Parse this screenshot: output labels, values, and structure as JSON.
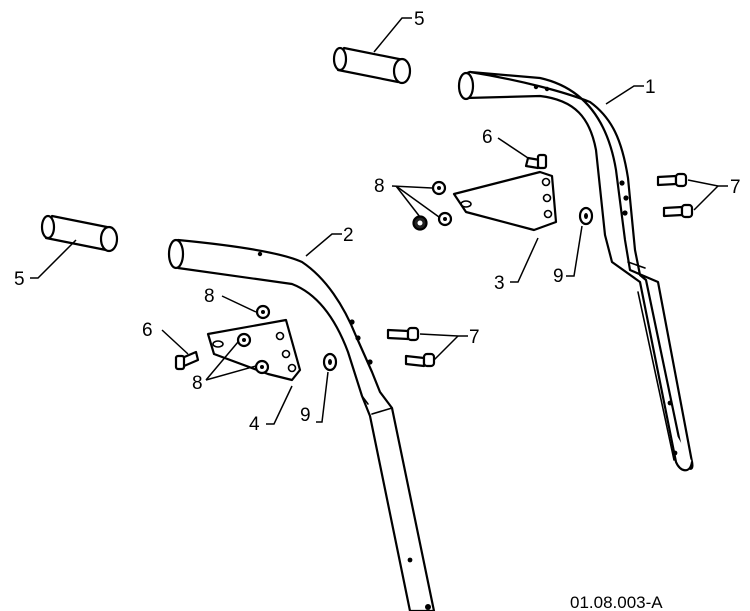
{
  "callouts": {
    "c1": "1",
    "c2": "2",
    "c3": "3",
    "c4": "4",
    "c5a": "5",
    "c5b": "5",
    "c6a": "6",
    "c6b": "6",
    "c7a": "7",
    "c7b": "7",
    "c8a": "8",
    "c8b": "8",
    "c8c": "8",
    "c9a": "9",
    "c9b": "9"
  },
  "drawing_code": "01.08.003-A",
  "colors": {
    "line": "#000000",
    "background": "#ffffff"
  }
}
